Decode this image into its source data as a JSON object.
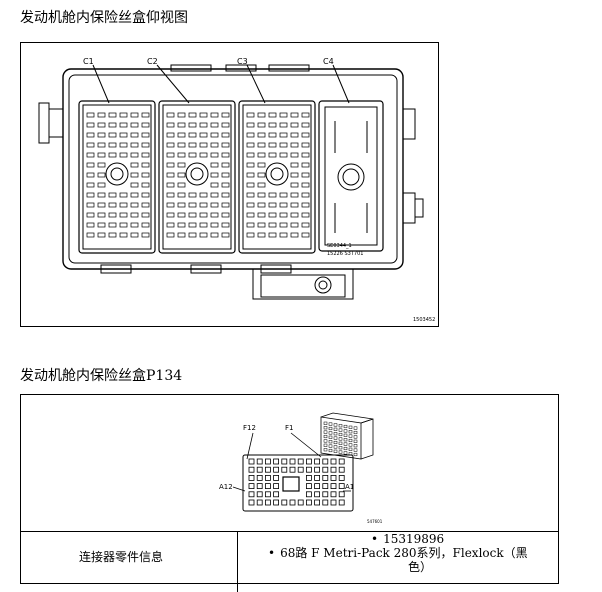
{
  "titles": {
    "fuse_box_bottom_view": "发动机舱内保险丝盒仰视图",
    "connector_p134": "发动机舱内保险丝盒P134"
  },
  "figure1": {
    "callouts": [
      "C1",
      "C2",
      "C3",
      "C4"
    ],
    "c4_label1": "SE0344_1",
    "c4_label2": "15226 S3T701",
    "figure_id": "1503452"
  },
  "figure2": {
    "pin_labels": {
      "f12": "F12",
      "f1": "F1",
      "a12": "A12",
      "a1": "A1"
    },
    "figure_id": "547601"
  },
  "table": {
    "label": "连接器零件信息",
    "parts": [
      "15319896",
      "68路 F Metri-Pack 280系列，Flexlock（黑"
    ],
    "parts_cont": "色）"
  }
}
